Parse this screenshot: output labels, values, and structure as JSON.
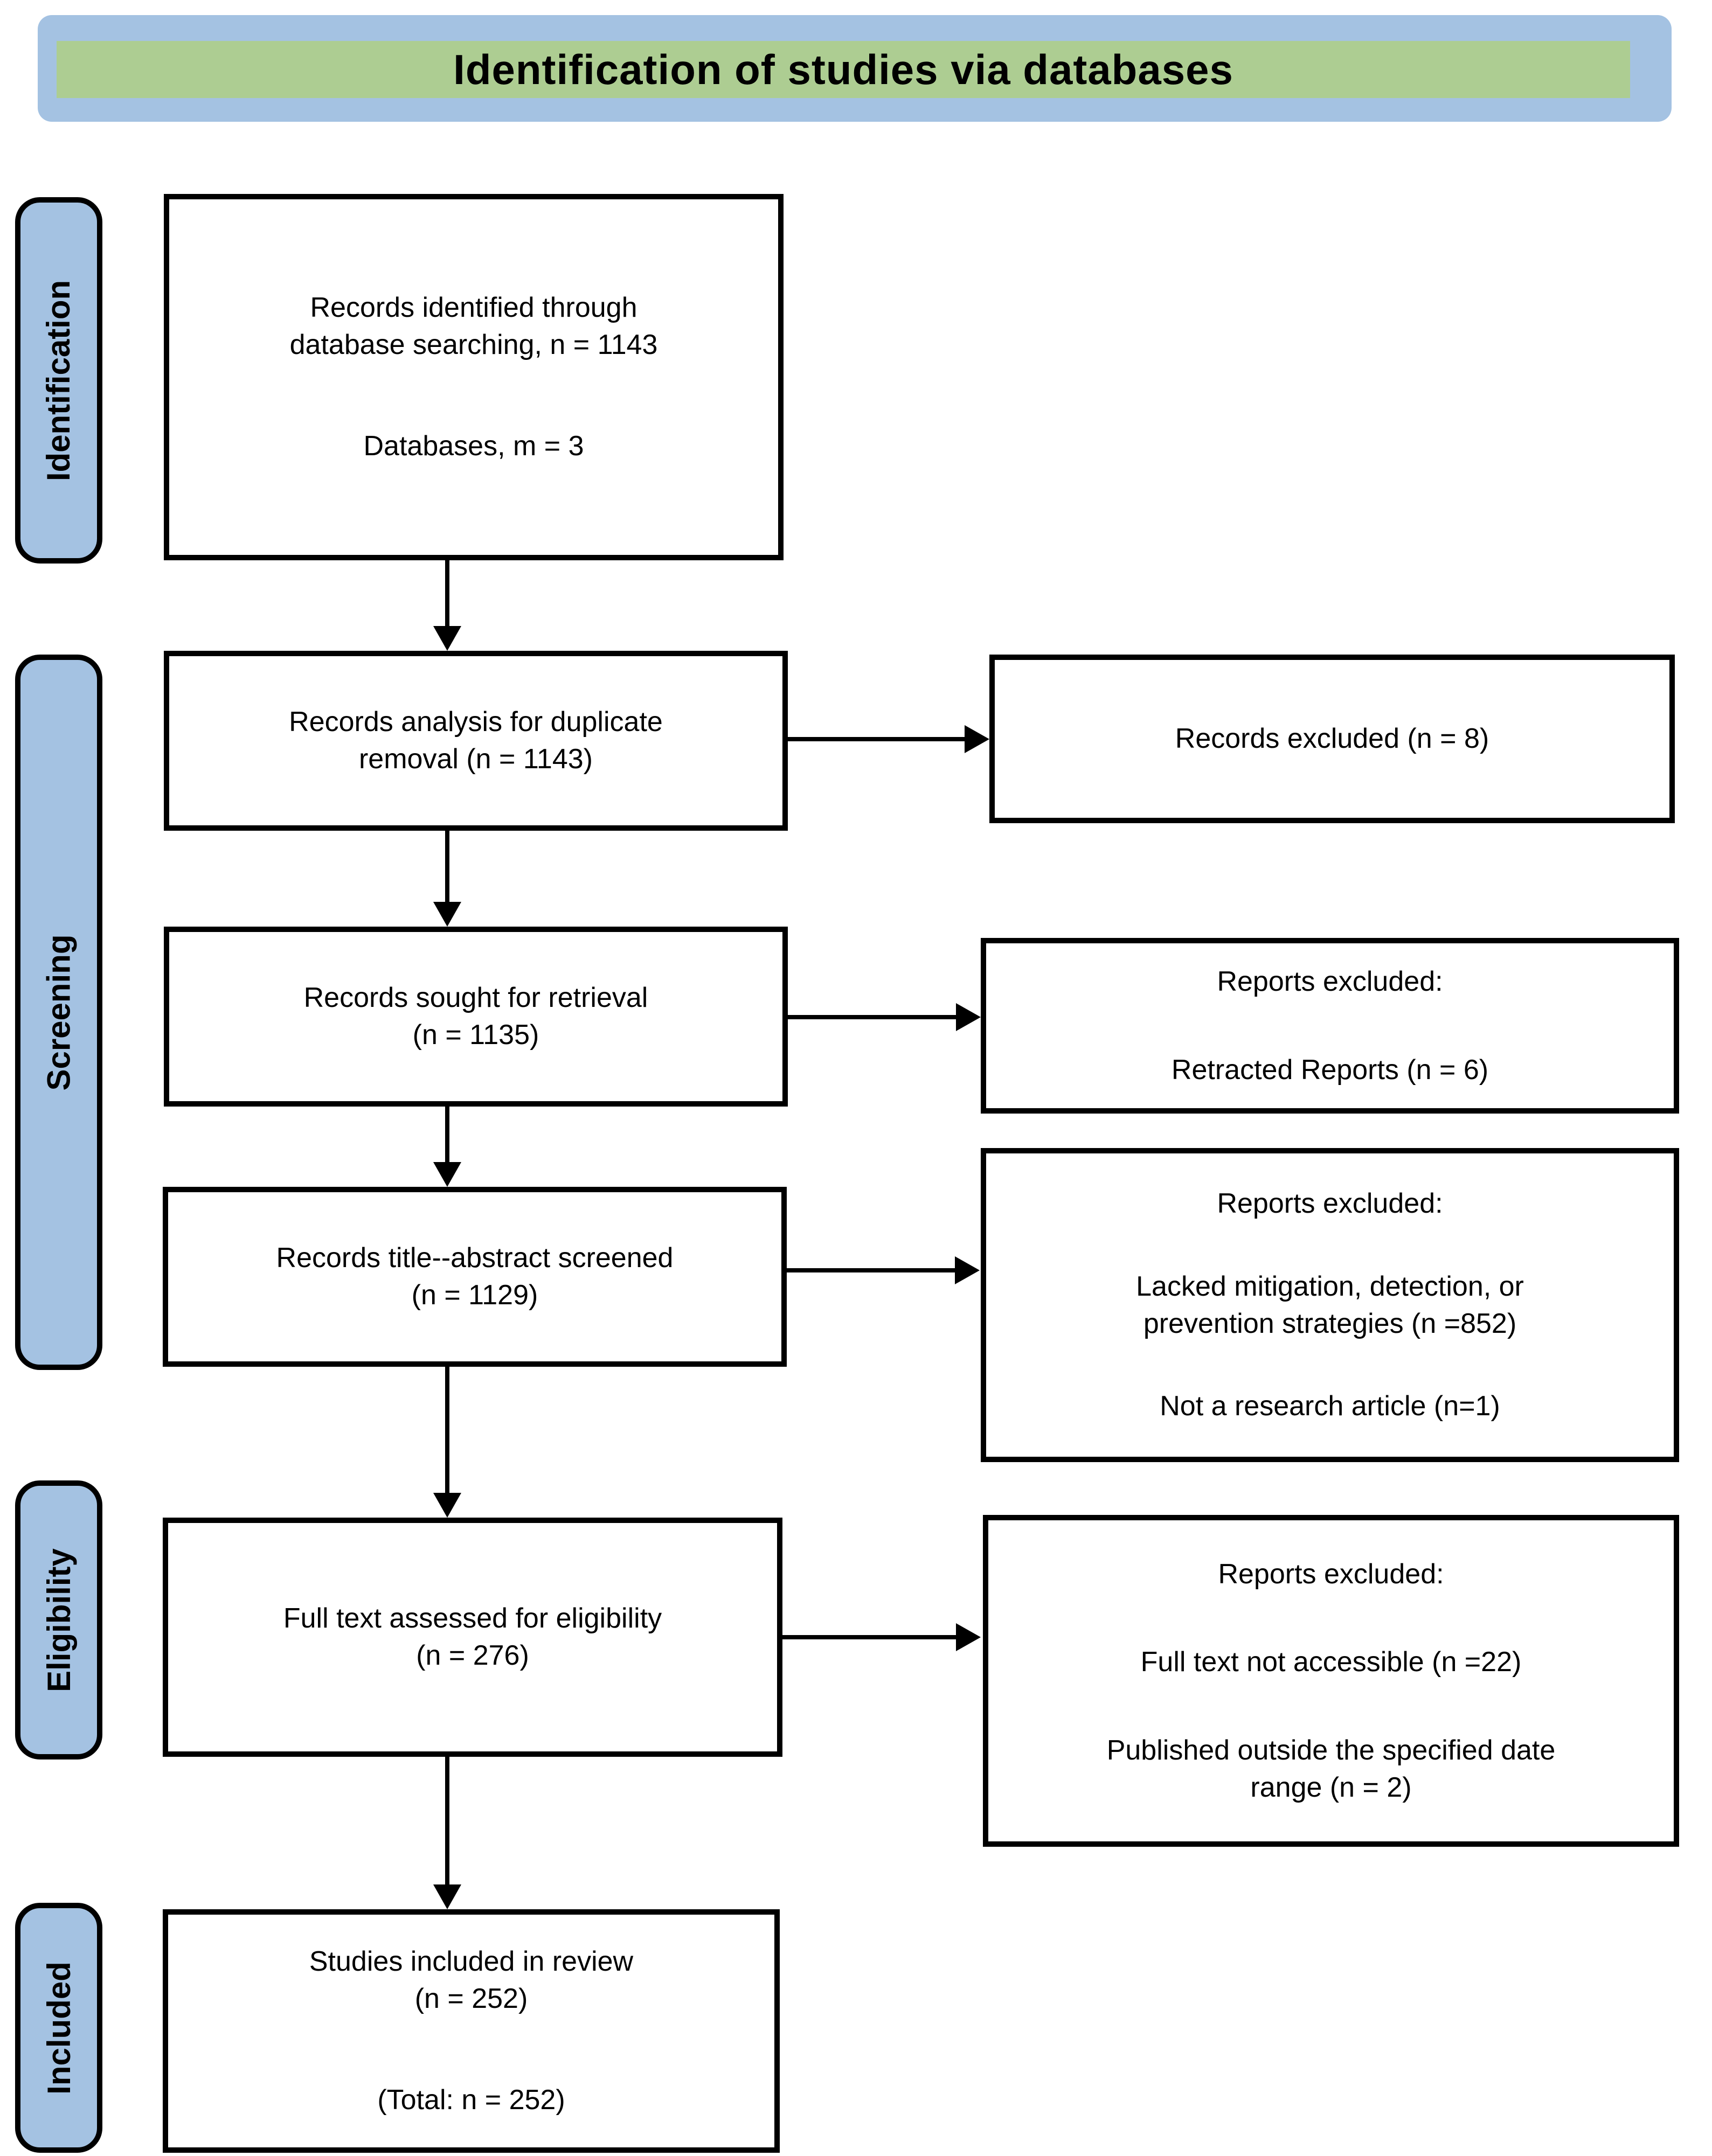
{
  "header": {
    "title": "Identification of studies via databases"
  },
  "stages": [
    {
      "label": "Identification"
    },
    {
      "label": "Screening"
    },
    {
      "label": "Eligibility"
    },
    {
      "label": "Included"
    }
  ],
  "main_boxes": [
    {
      "id": "records-identified",
      "paragraphs": [
        "Records identified through\ndatabase searching, n = 1143",
        "Databases, m = 3"
      ]
    },
    {
      "id": "duplicate-removal",
      "paragraphs": [
        "Records analysis for duplicate\nremoval (n = 1143)"
      ]
    },
    {
      "id": "sought-retrieval",
      "paragraphs": [
        "Records sought for retrieval\n(n = 1135)"
      ]
    },
    {
      "id": "title-abstract-screened",
      "paragraphs": [
        "Records title--abstract screened\n(n = 1129)"
      ]
    },
    {
      "id": "full-text-assessed",
      "paragraphs": [
        "Full text assessed for eligibility\n(n = 276)"
      ]
    },
    {
      "id": "studies-included",
      "paragraphs": [
        "Studies included in review\n(n = 252)",
        "(Total: n = 252)"
      ]
    }
  ],
  "exclusion_boxes": [
    {
      "id": "records-excluded",
      "paragraphs": [
        "Records excluded (n = 8)"
      ]
    },
    {
      "id": "retracted-reports",
      "paragraphs": [
        "Reports excluded:",
        "Retracted Reports (n = 6)"
      ]
    },
    {
      "id": "lacked-strategies",
      "paragraphs": [
        "Reports excluded:",
        "Lacked mitigation, detection, or\nprevention strategies (n =852)",
        "Not a research article (n=1)"
      ]
    },
    {
      "id": "full-text-not-accessible",
      "paragraphs": [
        "Reports excluded:",
        "Full text not accessible (n =22)",
        "Published outside the specified date\nrange (n = 2)"
      ]
    }
  ],
  "colors": {
    "stage_fill": "#a4c2e2",
    "title_fill": "#adcd92",
    "box_fill": "#ffffff",
    "box_border": "#000000",
    "text": "#000000"
  }
}
